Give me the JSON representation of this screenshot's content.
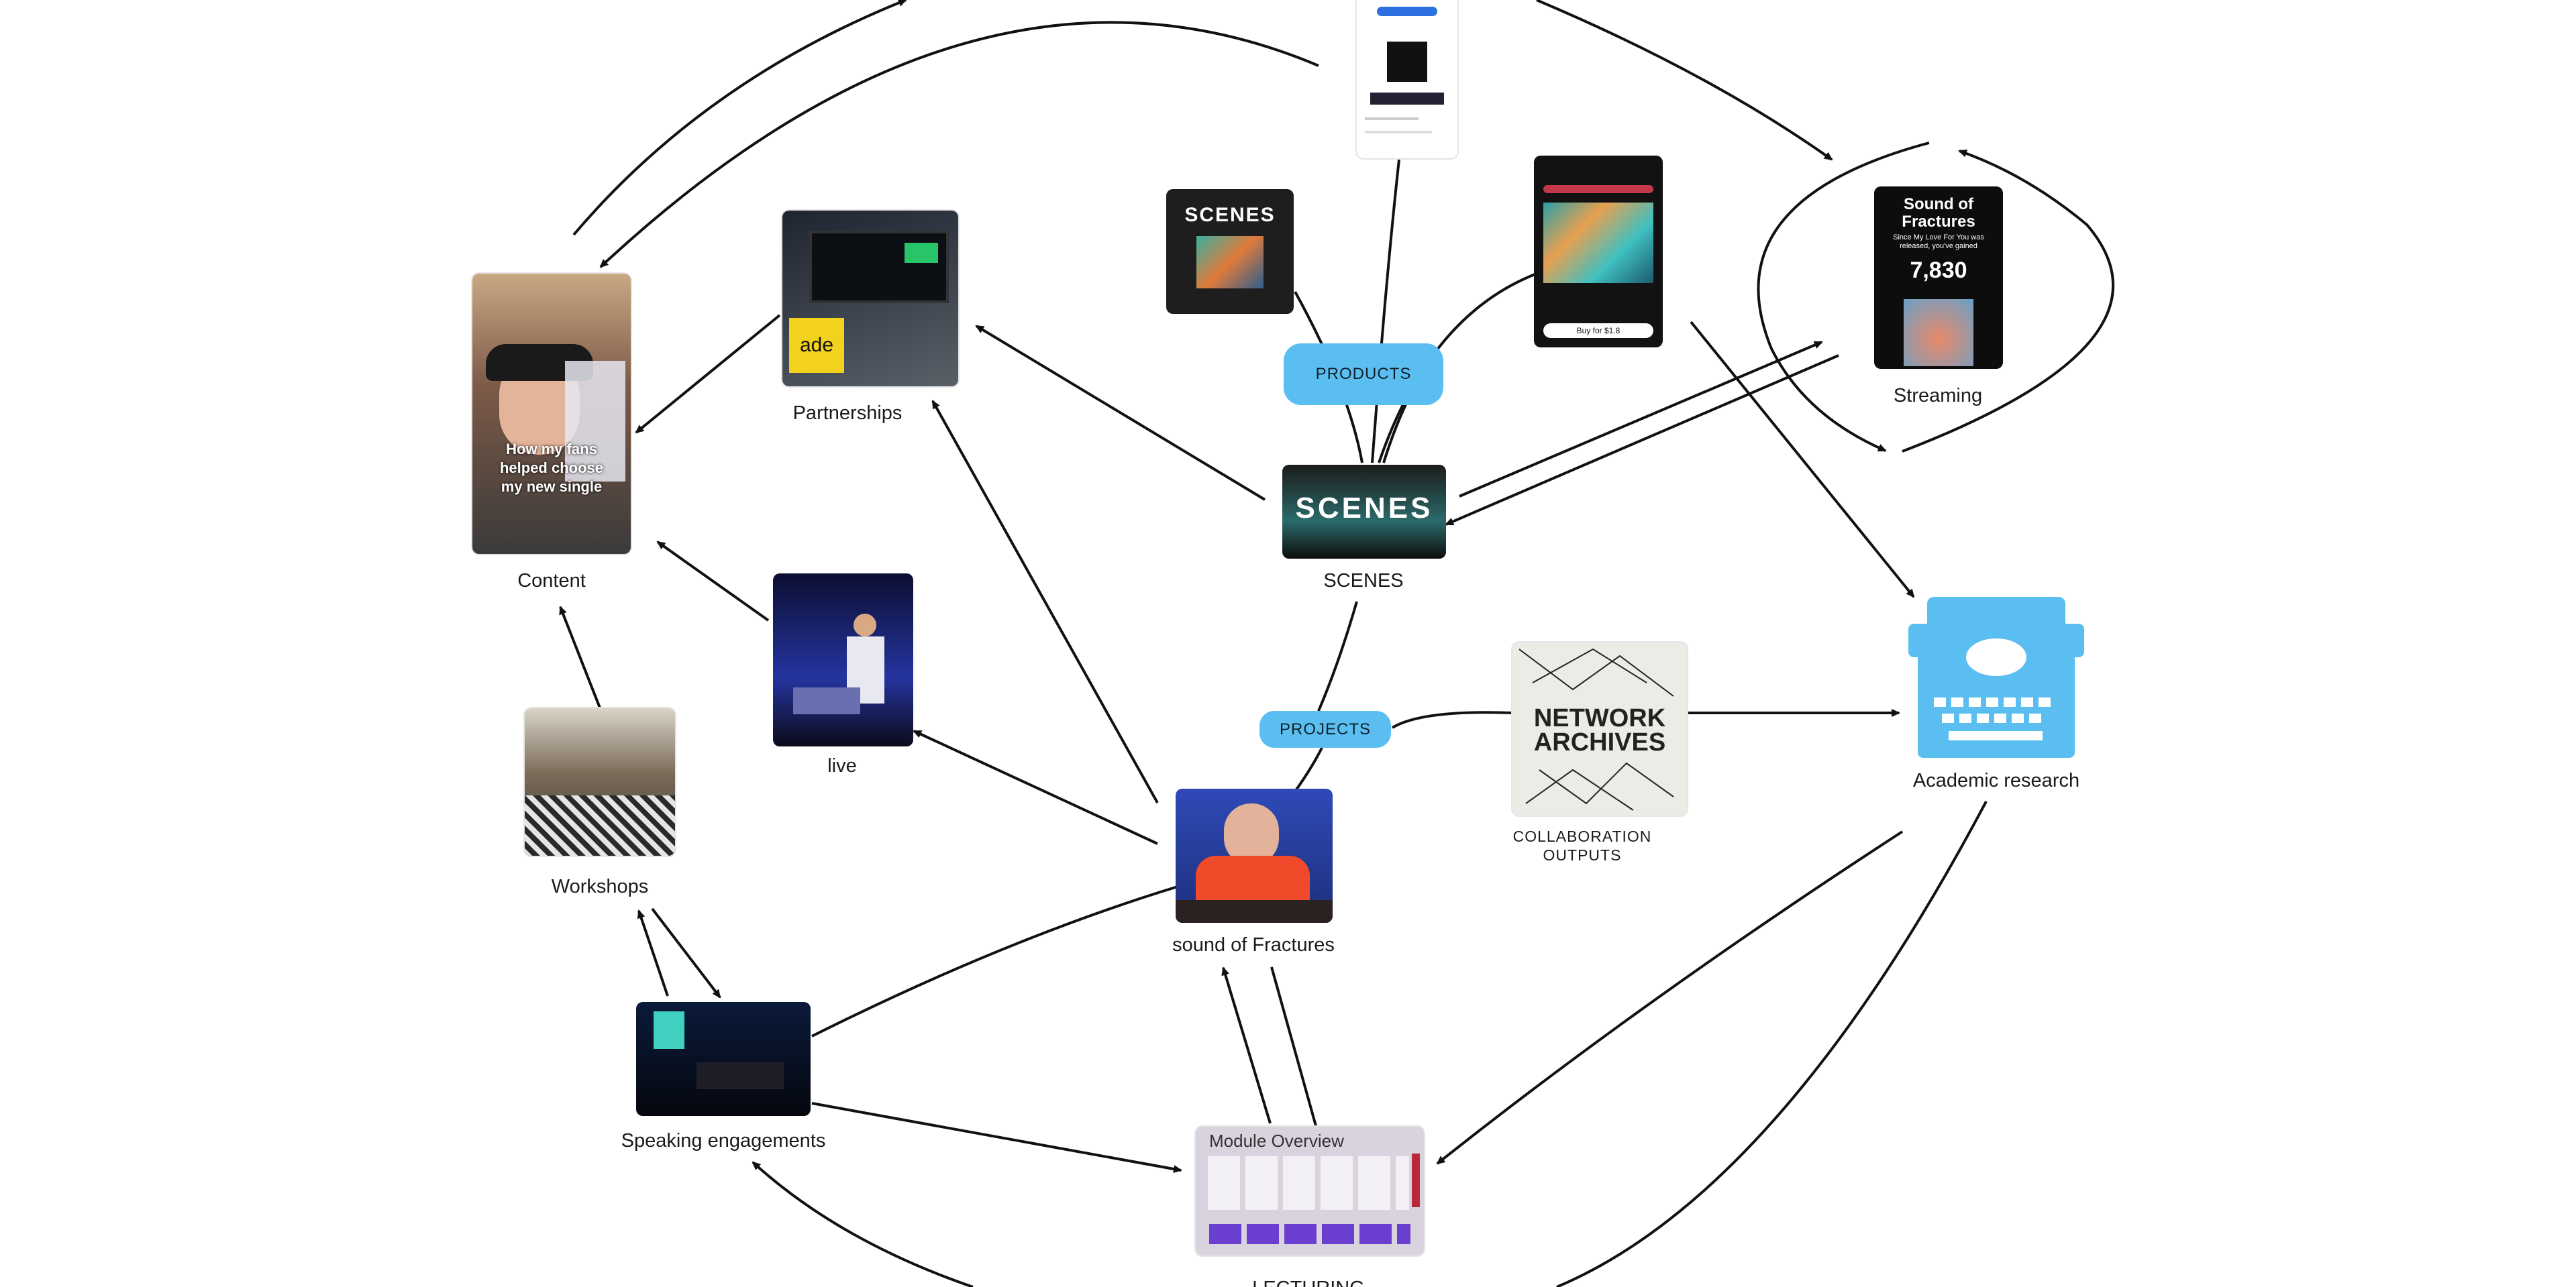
{
  "nodes": {
    "content": "Content",
    "partnerships": "Partnerships",
    "scenes": "SCENES",
    "streaming": "Streaming",
    "academic": "Academic research",
    "live": "live",
    "workshops": "Workshops",
    "speaking": "Speaking engagements",
    "sound": "sound of Fractures",
    "collab_line1": "COLLABORATION",
    "collab_line2": "OUTPUTS",
    "lecturing": "LECTURING"
  },
  "pills": {
    "products": "PRODUCTS",
    "projects": "PROJECTS"
  },
  "thumb_text": {
    "content_caption": "How my fans helped choose my new single",
    "streaming_title": "Sound of Fractures",
    "streaming_sub": "Since My Love For You was released, you've gained",
    "streaming_count": "7,830",
    "network_line1": "NETWORK",
    "network_line2": "ARCHIVES",
    "module_title": "Module Overview",
    "scenes_logo": "SCENES",
    "ade_logo": "ade",
    "buy_button": "Buy for $1.8"
  },
  "colors": {
    "accent": "#5bbef0",
    "edge": "#111111"
  },
  "icons": {
    "academic": "typewriter-icon"
  }
}
